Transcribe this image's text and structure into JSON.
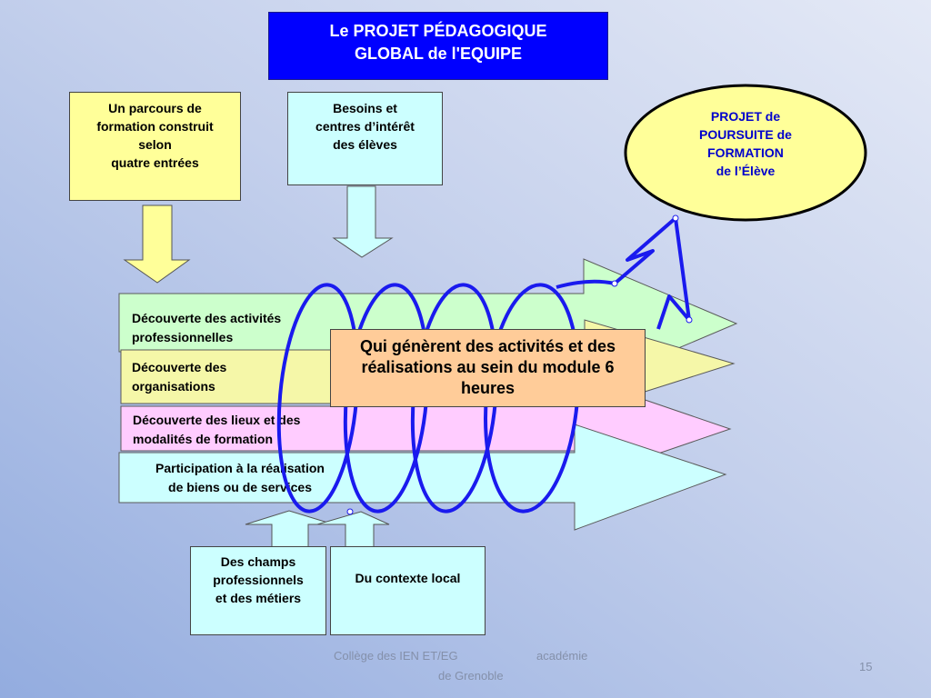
{
  "title": {
    "lines": [
      "Le PROJET PÉDAGOGIQUE",
      "GLOBAL de l'EQUIPE"
    ]
  },
  "parcours_box": {
    "lines": [
      "Un parcours de",
      "formation construit",
      "selon",
      "quatre entrées"
    ]
  },
  "besoins_box": {
    "lines": [
      "Besoins et",
      "centres d’intérêt",
      "des élèves"
    ]
  },
  "projet_ellipse": {
    "lines": [
      "PROJET de",
      "POURSUITE de",
      "FORMATION",
      "de l’Élève"
    ]
  },
  "bands": [
    {
      "lines": [
        "Découverte des activités",
        "professionnelles"
      ],
      "color": "#ccffcc"
    },
    {
      "lines": [
        "Découverte des",
        "organisations"
      ],
      "color": "#f5f7a8"
    },
    {
      "lines": [
        "Découverte des lieux et des",
        "modalités de formation"
      ],
      "color": "#ffccff"
    },
    {
      "lines": [
        "Participation à la réalisation",
        "de biens ou de services"
      ],
      "color": "#ccffff"
    }
  ],
  "module_box": {
    "lines": [
      "Qui génèrent des activités et des",
      "réalisations au sein du module 6",
      "heures"
    ]
  },
  "champs_box": {
    "lines": [
      "Des champs",
      "professionnels",
      "et des métiers"
    ]
  },
  "contexte_box": {
    "text": "Du contexte local"
  },
  "footer": {
    "line1_left": "Collège des IEN ET/EG",
    "line1_right": "académie",
    "line2": "de Grenoble",
    "page_number": "15"
  },
  "colors": {
    "title_bg": "#0000ff",
    "yellow": "#ffff99",
    "cyan": "#ccffff",
    "peach": "#ffcc99",
    "spiral": "#1a1aee",
    "ellipse_text": "#0000cc"
  }
}
